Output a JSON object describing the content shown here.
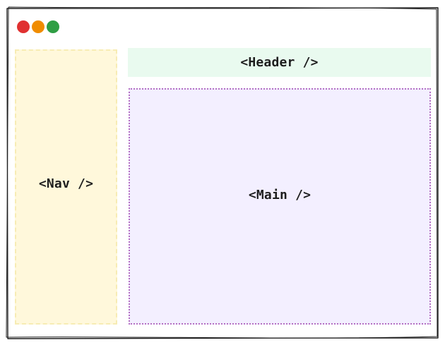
{
  "window": {
    "controls": [
      {
        "name": "close",
        "color": "#e03131"
      },
      {
        "name": "minimize",
        "color": "#f08c00"
      },
      {
        "name": "maximize",
        "color": "#2f9e44"
      }
    ],
    "border_color": "#1e1e1e"
  },
  "nav": {
    "label": "<Nav />",
    "fill": "#fff8db",
    "border": "#f7ecb4"
  },
  "header": {
    "label": "<Header />",
    "fill": "#e9faef"
  },
  "main": {
    "label": "<Main />",
    "fill": "#f3efff",
    "border": "#b46fc4"
  }
}
